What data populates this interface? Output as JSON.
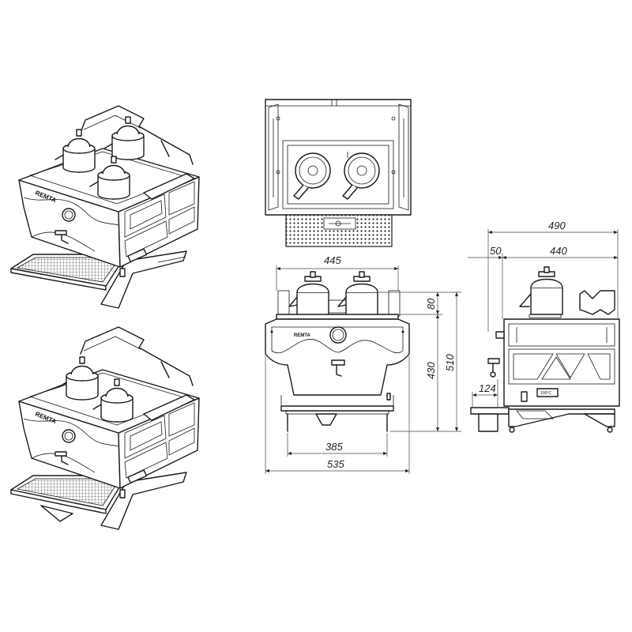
{
  "brand": "REMTA",
  "temperature_label": "100°C",
  "dimensions": {
    "front_total_width": "535",
    "front_top_width": "445",
    "front_base_width": "385",
    "front_top_height": "80",
    "front_body_height": "430",
    "front_total_height": "510",
    "side_total_depth": "490",
    "side_offset": "50",
    "side_body_depth": "440",
    "side_tray_depth": "124"
  }
}
